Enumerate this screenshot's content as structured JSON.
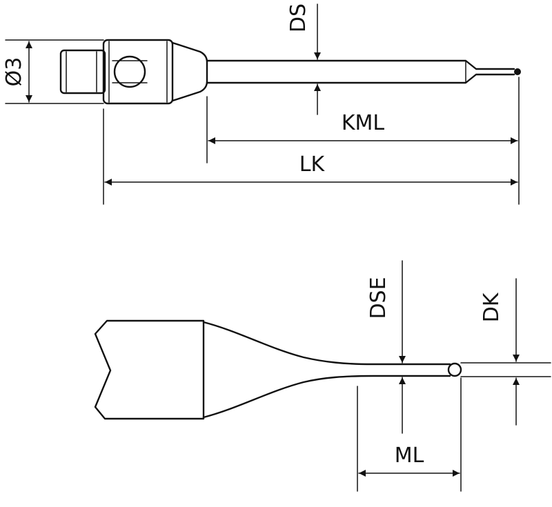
{
  "labels": {
    "diameter": "Ø3",
    "ds": "DS",
    "kml": "KML",
    "lk": "LK",
    "dse": "DSE",
    "dk": "DK",
    "ml": "ML"
  },
  "colors": {
    "stroke": "#111111",
    "background": "#ffffff"
  }
}
